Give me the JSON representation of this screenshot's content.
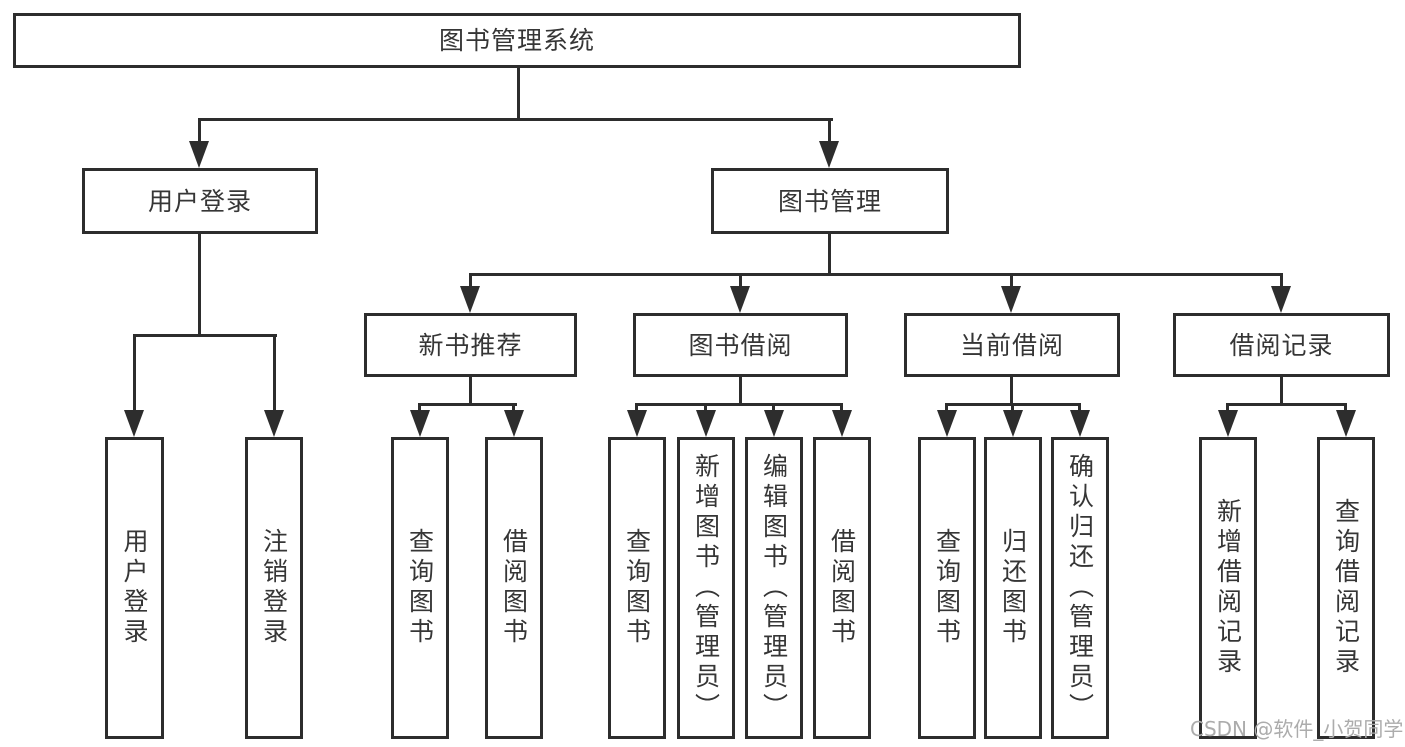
{
  "tree": {
    "root": {
      "label": "图书管理系统"
    },
    "branches": [
      {
        "label": "用户登录",
        "children": [
          {
            "label": "用户登录"
          },
          {
            "label": "注销登录"
          }
        ]
      },
      {
        "label": "图书管理",
        "sections": [
          {
            "label": "新书推荐",
            "children": [
              {
                "label": "查询图书"
              },
              {
                "label": "借阅图书"
              }
            ]
          },
          {
            "label": "图书借阅",
            "children": [
              {
                "label": "查询图书"
              },
              {
                "label": "新增图书（管理员）"
              },
              {
                "label": "编辑图书（管理员）"
              },
              {
                "label": "借阅图书"
              }
            ]
          },
          {
            "label": "当前借阅",
            "children": [
              {
                "label": "查询图书"
              },
              {
                "label": "归还图书"
              },
              {
                "label": "确认归还（管理员）"
              }
            ]
          },
          {
            "label": "借阅记录",
            "children": [
              {
                "label": "新增借阅记录"
              },
              {
                "label": "查询借阅记录"
              }
            ]
          }
        ]
      }
    ]
  },
  "watermark": {
    "text": "CSDN @软件_小贺同学"
  },
  "colors": {
    "line": "#2d2d2d",
    "box_border": "#2d2d2d",
    "box_background": "#ffffff",
    "text": "#363636",
    "watermark": "#acacac",
    "page_background": "#ffffff"
  }
}
